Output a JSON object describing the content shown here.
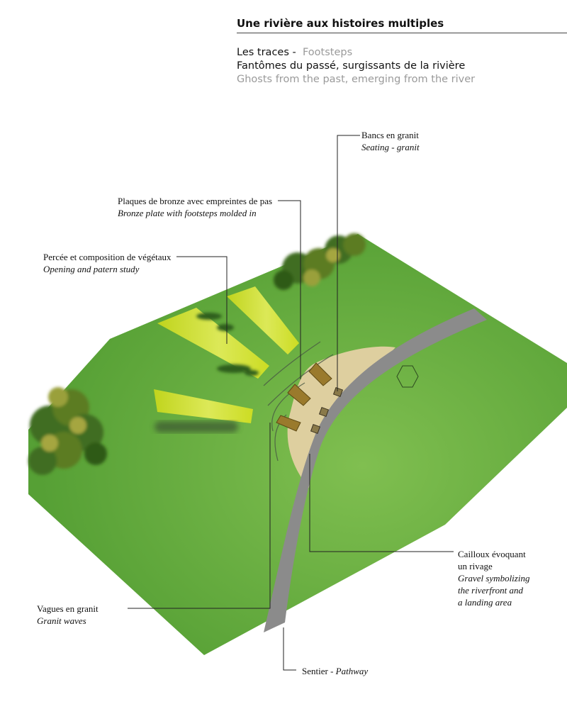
{
  "header": {
    "title": "Une rivière aux histoires multiples",
    "line1_fr": "Les traces -",
    "line1_en": "Footsteps",
    "line2": "Fantômes du passé, surgissants de la rivière",
    "line3": "Ghosts from the past, emerging from the river"
  },
  "labels": {
    "benches": {
      "fr": "Bancs en granit",
      "en": "Seating - granit"
    },
    "bronze": {
      "fr": "Plaques de bronze avec empreintes de pas",
      "en": "Bronze plate with footsteps molded in"
    },
    "opening": {
      "fr": "Percée et composition de végétaux",
      "en": "Opening and patern study"
    },
    "gravel": {
      "fr1": "Cailloux évoquant",
      "fr2": "un rivage",
      "en1": "Gravel symbolizing",
      "en2": "the riverfront and",
      "en3": "a landing area"
    },
    "waves": {
      "fr": "Vagues en granit",
      "en": "Granit waves"
    },
    "pathway": {
      "fr": "Sentier -",
      "en": "Pathway"
    }
  },
  "colors": {
    "grass": "#5ea63c",
    "grass_light": "#7dbc4c",
    "path": "#8e8e8e",
    "sand": "#dccfa3",
    "yellow": "#d8e21a",
    "bench": "#9a7a2c",
    "tree": "#3c6e22"
  }
}
